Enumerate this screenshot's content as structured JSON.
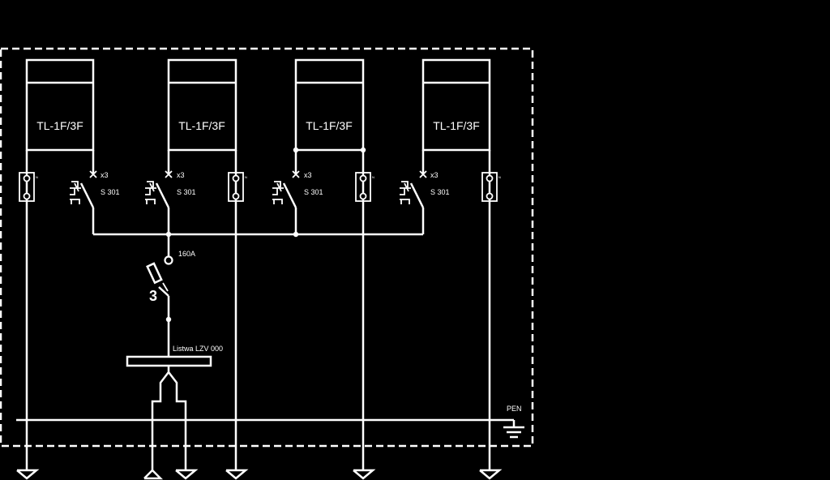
{
  "diagram": {
    "units": [
      {
        "label": "TL-1F/3F"
      },
      {
        "label": "TL-1F/3F"
      },
      {
        "label": "TL-1F/3F"
      },
      {
        "label": "TL-1F/3F"
      }
    ],
    "breakers": [
      {
        "label": "S 301",
        "poles": "x3"
      },
      {
        "label": "S 301",
        "poles": "x3"
      },
      {
        "label": "S 301",
        "poles": "x3"
      },
      {
        "label": "S 301",
        "poles": "x3"
      }
    ],
    "main_fuse": {
      "rating": "160A",
      "poles": "3"
    },
    "busbar": {
      "label": "Listwa LZV 000"
    },
    "pen": {
      "label": "PEN"
    },
    "colors": {
      "background": "#000000",
      "lines": "#ffffff"
    }
  }
}
